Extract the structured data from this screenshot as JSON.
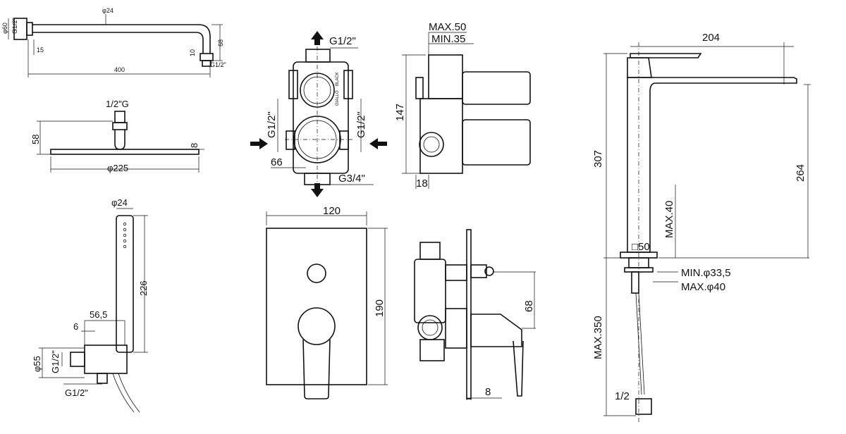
{
  "sheet": {
    "shower_arm": {
      "dia": "φ60",
      "thread_left": "G1/2\"",
      "tube": "φ24",
      "wall": "15",
      "drop": "68",
      "tip": "10",
      "thread_right": "G1/2\"",
      "length": "400"
    },
    "head": {
      "thread": "1/2\"G",
      "height": "58",
      "thickness": "8",
      "dia": "φ225"
    },
    "hand_shower": {
      "dia": "φ24",
      "length": "226",
      "offset": "56,5",
      "step": "6",
      "dia_base": "φ55",
      "thread_side": "G1/2\"",
      "thread_bottom": "G1/2\""
    },
    "valve_front": {
      "top": "G1/2\"",
      "left": "G1/2\"",
      "right": "G1/2\"",
      "bottom": "G3/4\"",
      "side": "66"
    },
    "valve_side": {
      "max": "MAX.50",
      "min": "MIN.35",
      "height": "147",
      "depth": "18",
      "label1": "GIALLO",
      "label2": "BLACK"
    },
    "plate": {
      "width": "120",
      "height": "190"
    },
    "mixer_side": {
      "offset": "68",
      "depth": "8"
    },
    "tall_mixer": {
      "reach": "204",
      "height": "307",
      "spout": "264",
      "max_deck": "MAX.40",
      "base": "□50",
      "min_hole": "MIN.φ33,5",
      "max_hole": "MAX.φ40",
      "hose": "MAX.350",
      "thread": "1/2"
    }
  }
}
